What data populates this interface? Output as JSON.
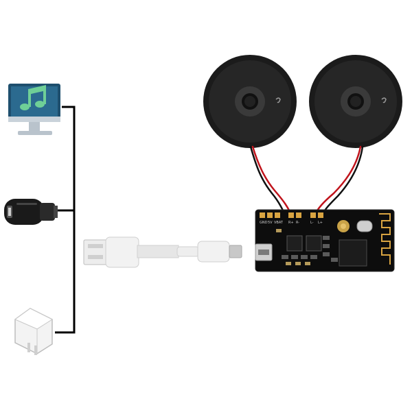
{
  "board": {
    "pin_labels": [
      "GND",
      "5V",
      "VBAT",
      "R+",
      "R-",
      "L-",
      "L+"
    ]
  },
  "colors": {
    "wire": "#000000",
    "monitor_frame": "#1e4f6e",
    "monitor_stand": "#b9c3cc",
    "note": "#6fcf97",
    "speaker": "#1b1b1b",
    "speaker_cone": "#3a3a3a",
    "board": "#0d0d0d",
    "pin": "#d9a441",
    "red_wire": "#c0141c",
    "cable": "#e6e6e6"
  },
  "icons": {
    "computer": "computer-music-icon",
    "car_charger": "car-charger-icon",
    "wall_adapter": "wall-adapter-icon",
    "cable": "usb-micro-cable-icon",
    "speaker": "speaker-icon",
    "board": "bluetooth-audio-board-icon",
    "antenna": "bluetooth-antenna-icon"
  }
}
